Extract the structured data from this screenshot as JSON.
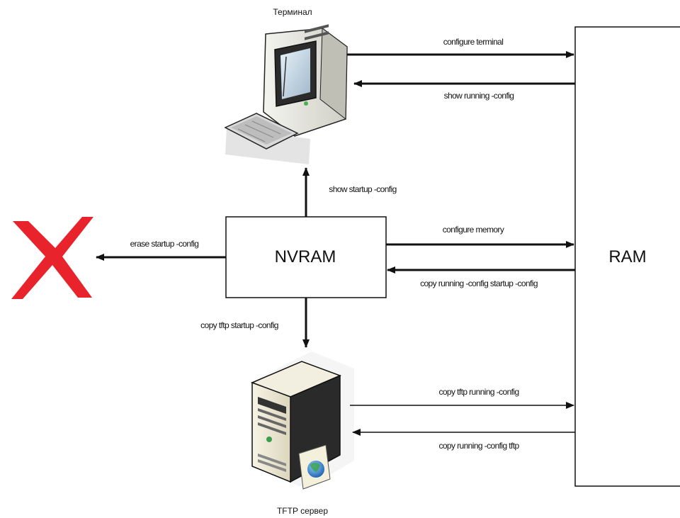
{
  "nodes": {
    "terminal": {
      "label": "Терминал"
    },
    "nvram": {
      "label": "NVRAM"
    },
    "ram": {
      "label": "RAM"
    },
    "tftp": {
      "label": "TFTP сервер"
    }
  },
  "commands": {
    "configure_terminal": "configure terminal",
    "show_running_config": "show running -config",
    "show_startup_config": "show startup -config",
    "configure_memory": "configure memory",
    "copy_running_startup": "copy running -config startup -config",
    "erase_startup_config": "erase startup -config",
    "copy_tftp_startup": "copy tftp startup -config",
    "copy_tftp_running": "copy tftp running -config",
    "copy_running_tftp": "copy running -config tftp"
  },
  "icons": {
    "terminal": "desktop-computer-icon",
    "tftp": "server-tower-icon",
    "erase": "red-x-icon"
  },
  "colors": {
    "erase_mark": "#e8232b",
    "lines": "#111111"
  }
}
